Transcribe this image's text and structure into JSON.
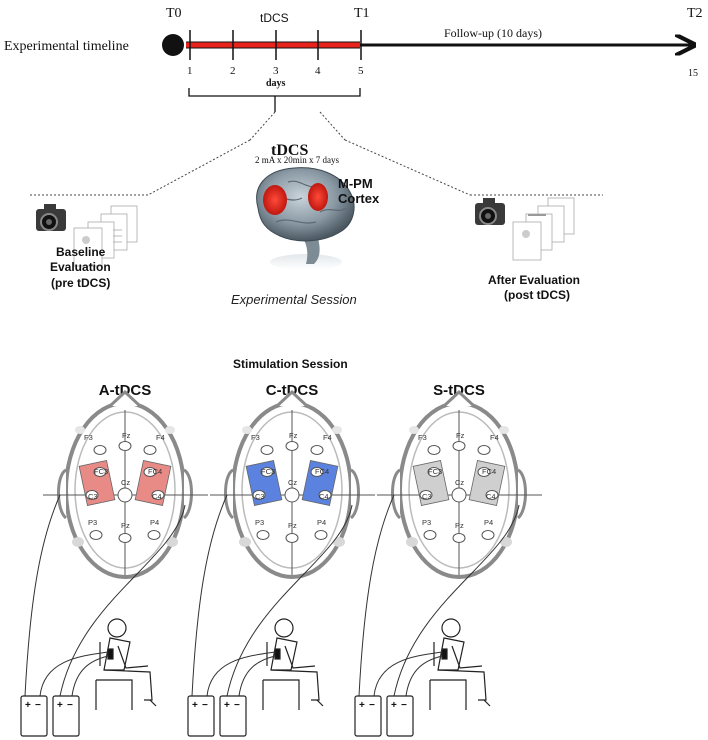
{
  "timeline": {
    "label": "Experimental timeline",
    "t0": "T0",
    "t1": "T1",
    "t2": "T2",
    "tdcs_label": "tDCS",
    "days": [
      "1",
      "2",
      "3",
      "4",
      "5"
    ],
    "days_label": "days",
    "followup_label": "Follow-up (10 days)",
    "t2_day": "15",
    "colors": {
      "stim_bar": "#e8231c",
      "axis": "#111111"
    }
  },
  "session": {
    "title": "tDCS",
    "subtitle": "2 mA x 20min x 7 days",
    "cortex_line1": "M-PM",
    "cortex_line2": "Cortex",
    "caption": "Experimental   Session",
    "baseline": [
      "Baseline",
      "Evaluation",
      "(pre tDCS)"
    ],
    "after": [
      "After  Evaluation",
      "(post tDCS)"
    ]
  },
  "stimulation": {
    "title": "Stimulation Session",
    "conditions": [
      {
        "label": "A-tDCS",
        "pad_color": "#e88b86"
      },
      {
        "label": "C-tDCS",
        "pad_color": "#5b82de"
      },
      {
        "label": "S-tDCS",
        "pad_color": "#cfcfcf"
      }
    ],
    "electrodes": [
      "Fz",
      "F3",
      "F4",
      "FC3",
      "FC4",
      "C3",
      "Cz",
      "C4",
      "P3",
      "Pz",
      "P4"
    ],
    "battery_symbols": [
      "+",
      "−"
    ]
  }
}
